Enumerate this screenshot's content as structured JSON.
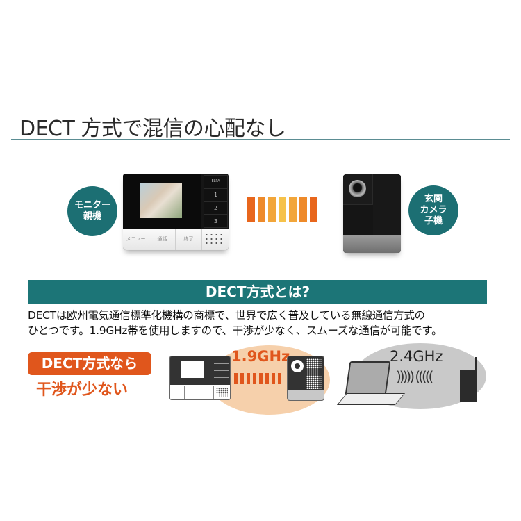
{
  "title": "DECT 方式で混信の心配なし",
  "colors": {
    "teal": "#1c7577",
    "orange": "#e0561c",
    "title_rule": "#5b8d93",
    "orange_ellipse": "#f6d0ab",
    "gray_ellipse": "#c9c9c9"
  },
  "devices": {
    "monitor_badge": "モニター\n親機",
    "monitor_badge_line1": "モニター",
    "monitor_badge_line2": "親機",
    "camera_badge_line1": "玄関",
    "camera_badge_line2": "カメラ",
    "camera_badge_line3": "子機",
    "monitor_brand": "ELPA",
    "monitor_keys": [
      "1",
      "2",
      "3"
    ],
    "monitor_buttons": [
      "メニュー",
      "通話",
      "終了"
    ],
    "signal_bar_colors": [
      "#e8661c",
      "#ee8a2a",
      "#f2a63a",
      "#f6c24a",
      "#f2a63a",
      "#ee8a2a",
      "#e8661c"
    ]
  },
  "section": {
    "heading": "DECT方式とは?",
    "description_line1": "DECTは欧州電気通信標準化機構の商標で、世界で広く普及している無線通信方式の",
    "description_line2": "ひとつです。1.9GHz帯を使用しますので、干渉が少なく、スムーズな通信が可能です。"
  },
  "comparison": {
    "callout_label": "DECT方式なら",
    "callout_sub": "干渉が少ない",
    "dect_frequency": "1.9GHz",
    "wifi_frequency": "2.4GHz",
    "wifi_waves": "))))) ((((("
  }
}
